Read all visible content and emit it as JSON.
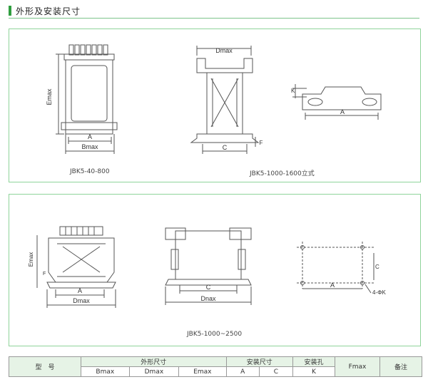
{
  "section": {
    "title": "外形及安装尺寸"
  },
  "figures": [
    {
      "caption": "JBK5-40-800",
      "labels": {
        "emax": "Emax",
        "a": "A",
        "bmax": "Bmax"
      }
    },
    {
      "caption": "JBK5-1000-1600立式",
      "labels": {
        "dmax": "Dmax",
        "c": "C",
        "f": "F"
      }
    },
    {
      "caption": "",
      "labels": {
        "k": "K",
        "a": "A"
      }
    },
    {
      "caption": "JBK5-1000~2500",
      "labels": {
        "emax": "Emax",
        "f": "F",
        "a": "A",
        "dmax": "Dmax",
        "c": "C",
        "dmax2": "Dnax",
        "a2": "A",
        "c2": "C",
        "k": "4-ΦK"
      }
    }
  ],
  "table": {
    "col_model": "型　号",
    "group_outline": "外形尺寸",
    "group_mount": "安装尺寸",
    "col_hole": "安装孔",
    "col_hole_sub": "K",
    "col_fmax": "Fmax",
    "col_note": "备注",
    "sub_bmax": "Bmax",
    "sub_dmax": "Dmax",
    "sub_emax": "Emax",
    "sub_a": "A",
    "sub_c": "C"
  }
}
